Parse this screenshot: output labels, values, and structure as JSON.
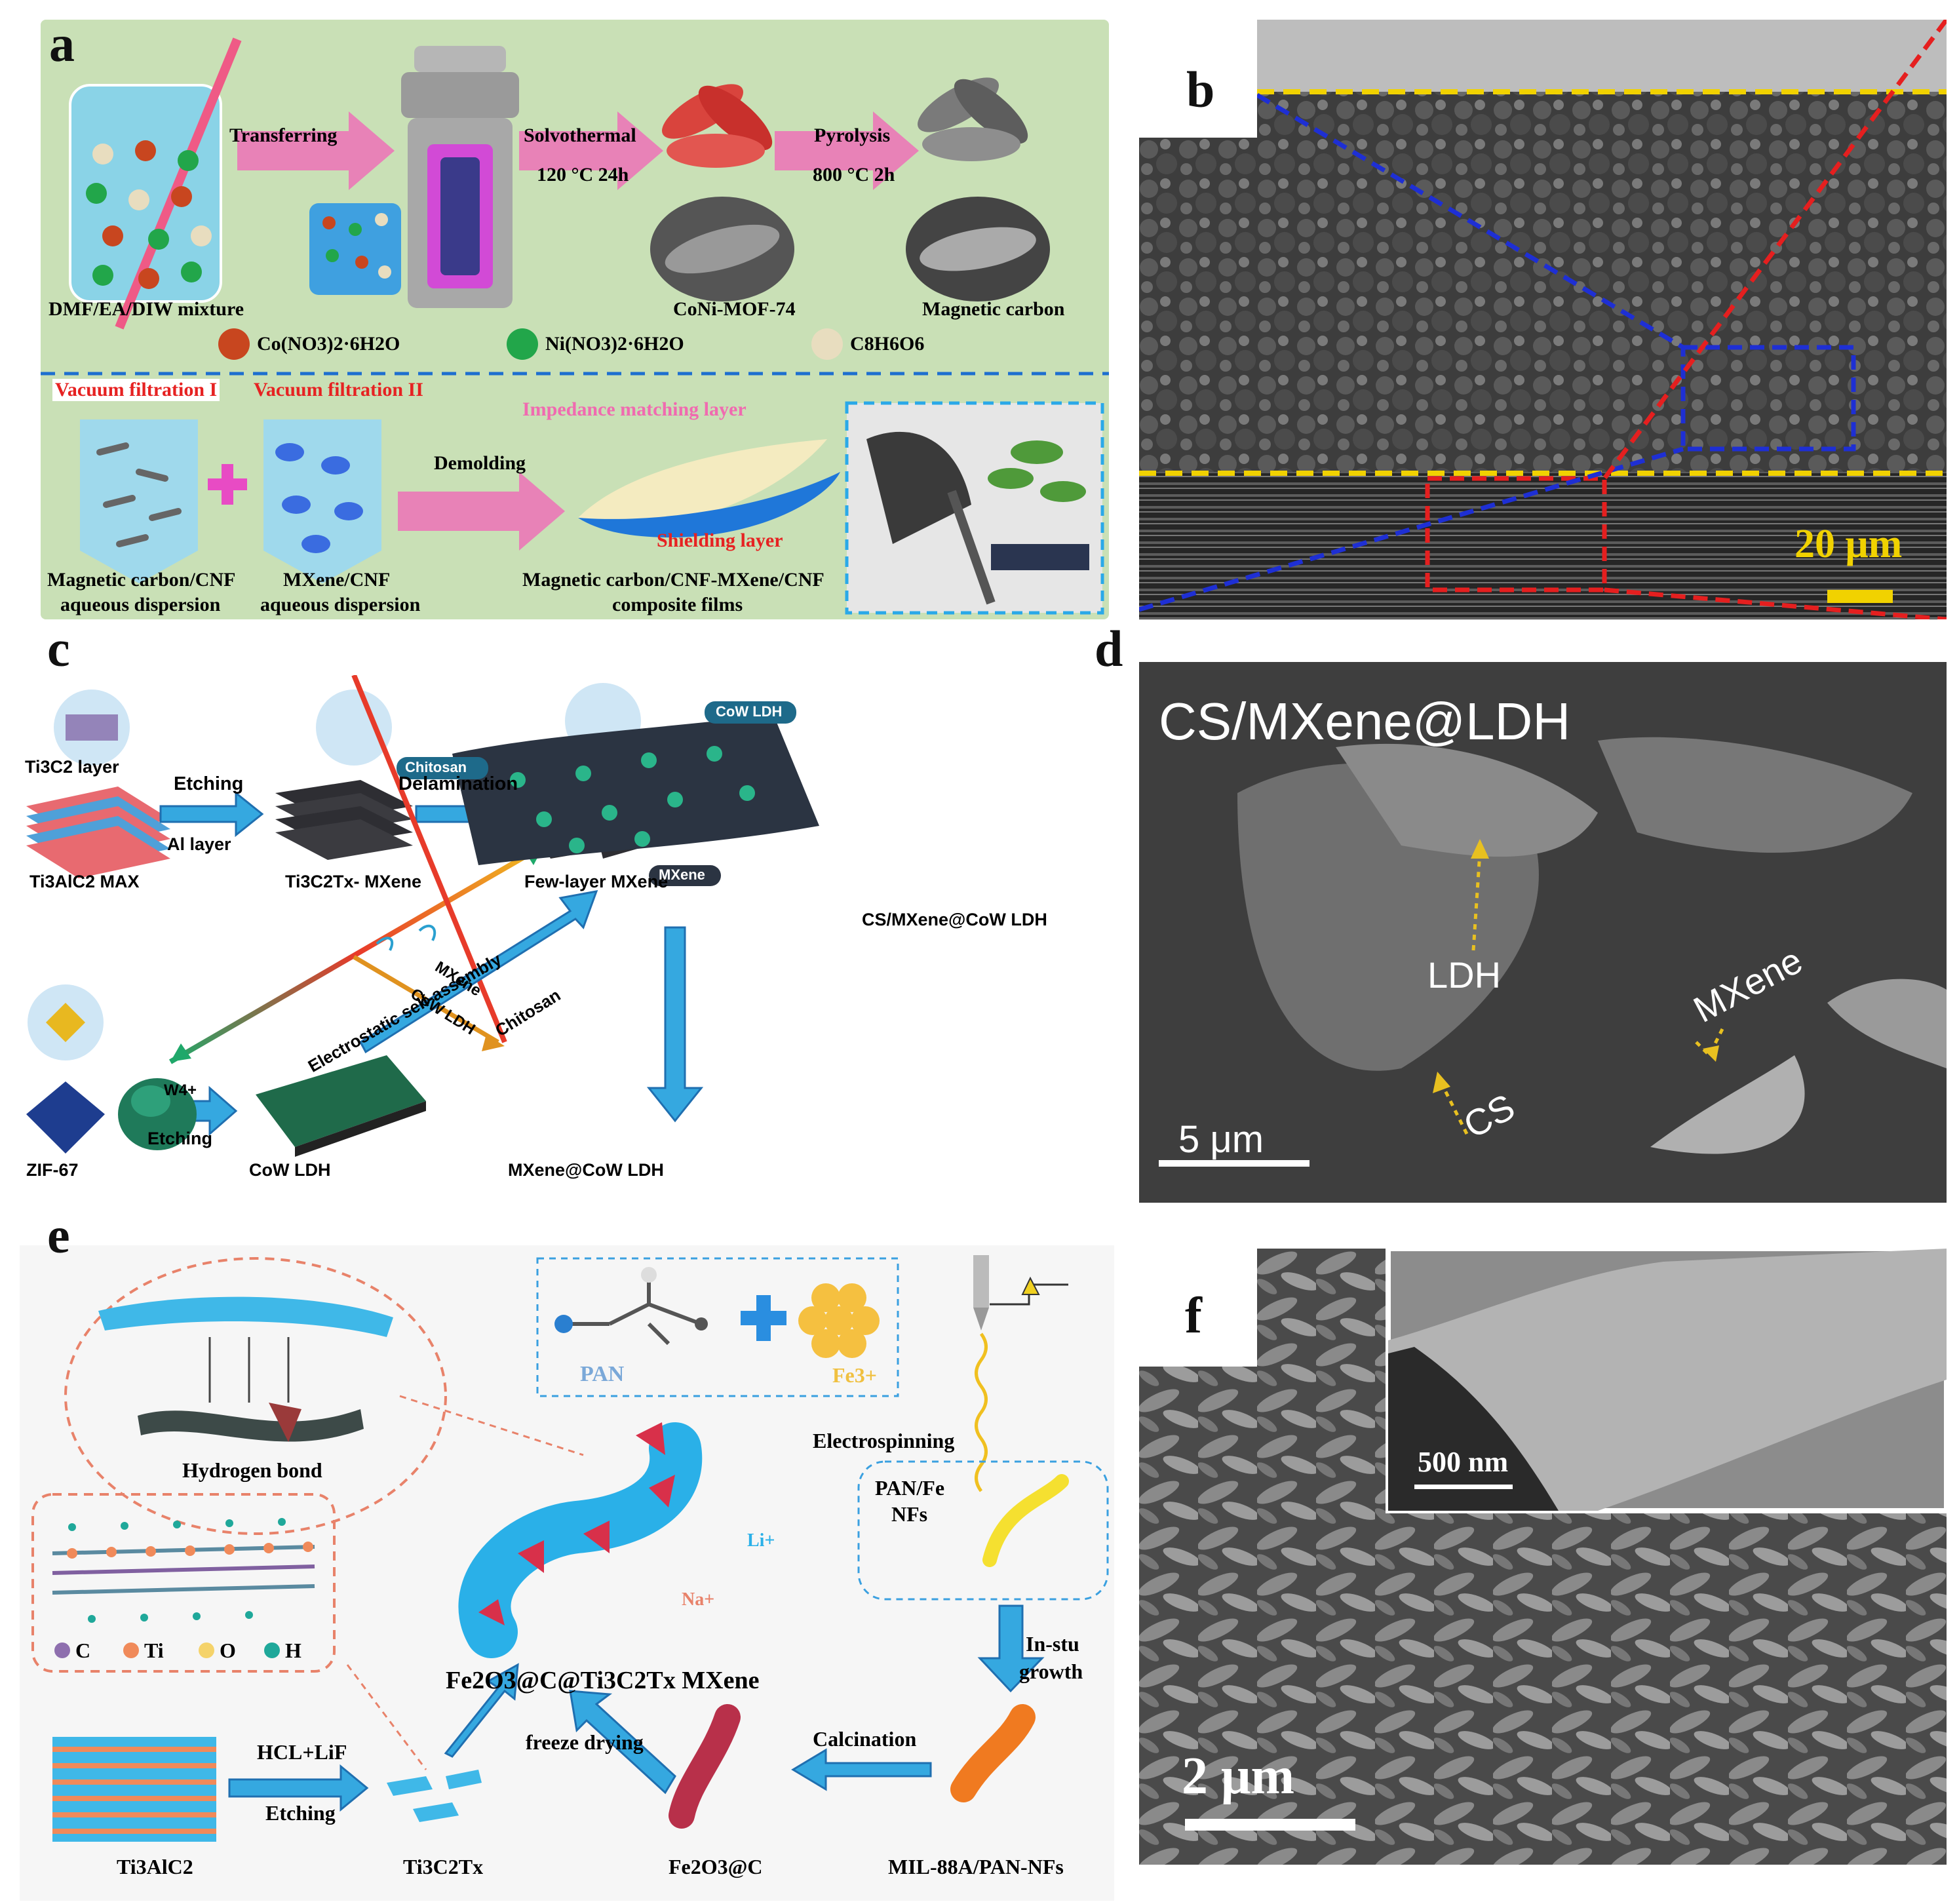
{
  "panel_labels": {
    "a": "a",
    "b": "b",
    "c": "c",
    "d": "d",
    "e": "e",
    "f": "f"
  },
  "panel_a": {
    "steps": {
      "transferring": "Transferring",
      "solvothermal": "Solvothermal",
      "solvothermal_cond": "120 °C 24h",
      "pyrolysis": "Pyrolysis",
      "pyrolysis_cond": "800 °C 2h"
    },
    "labels": {
      "mixture": "DMF/EA/DIW mixture",
      "mof": "CoNi-MOF-74",
      "magnetic_carbon": "Magnetic carbon"
    },
    "legend": [
      {
        "text": "Co(NO3)2·6H2O",
        "color": "#c8461f"
      },
      {
        "text": "Ni(NO3)2·6H2O",
        "color": "#22a64a"
      },
      {
        "text": "C8H6O6",
        "color": "#e8ddbf"
      }
    ],
    "vacuum1": "Vacuum filtration I",
    "vacuum2": "Vacuum filtration II",
    "demolding": "Demolding",
    "impedance": "Impedance matching layer",
    "shielding": "Shielding layer",
    "disp1_l1": "Magnetic carbon/CNF",
    "disp1_l2": "aqueous dispersion",
    "disp2_l1": "MXene/CNF",
    "disp2_l2": "aqueous dispersion",
    "film_l1": "Magnetic carbon/CNF-MXene/CNF",
    "film_l2": "composite films"
  },
  "panel_b": {
    "scale": "20 μm"
  },
  "panel_c": {
    "ti3c2_layer": "Ti3C2 layer",
    "al_layer": "Al layer",
    "max": "Ti3AlC2 MAX",
    "etching": "Etching",
    "mxene": "Ti3C2Tx- MXene",
    "delamination": "Delamination",
    "few_layer": "Few-layer MXene",
    "electrostatic": "Electrostatic self-assembly",
    "mxene_arrow": "MXene",
    "cow_ldh_arrow": "CoW LDH",
    "zif": "ZIF-67",
    "w4": "W4+",
    "etching2": "Etching",
    "cow_ldh": "CoW LDH",
    "mxene_cow": "MXene@CoW LDH",
    "chitosan_arrow": "Chitosan",
    "chitosan_tag": "Chitosan",
    "cow_tag": "CoW LDH",
    "mxene_tag": "MXene",
    "product": "CS/MXene@CoW LDH"
  },
  "panel_d": {
    "title": "CS/MXene@LDH",
    "ldh": "LDH",
    "mxene": "MXene",
    "cs": "CS",
    "scale": "5 μm"
  },
  "panel_e": {
    "hbond": "Hydrogen bond",
    "pan": "PAN",
    "fe": "Fe3+",
    "electrospinning": "Electrospinning",
    "panfe_l1": "PAN/Fe",
    "panfe_l2": "NFs",
    "insitu_l1": "In-stu",
    "insitu_l2": "growth",
    "li": "Li+",
    "na": "Na+",
    "legend": [
      {
        "text": "C",
        "color": "#8e6fae"
      },
      {
        "text": "Ti",
        "color": "#f08a5a"
      },
      {
        "text": "O",
        "color": "#f5d36a"
      },
      {
        "text": "H",
        "color": "#1fa89a"
      }
    ],
    "product": "Fe2O3@C@Ti3C2Tx MXene",
    "freeze": "freeze drying",
    "calcination": "Calcination",
    "hcl": "HCL+LiF",
    "etching": "Etching",
    "ti3alc2": "Ti3AlC2",
    "ti3c2tx": "Ti3C2Tx",
    "fe2o3c": "Fe2O3@C",
    "mil": "MIL-88A/PAN-NFs"
  },
  "panel_f": {
    "inset_scale": "500 nm",
    "scale": "2 μm"
  }
}
